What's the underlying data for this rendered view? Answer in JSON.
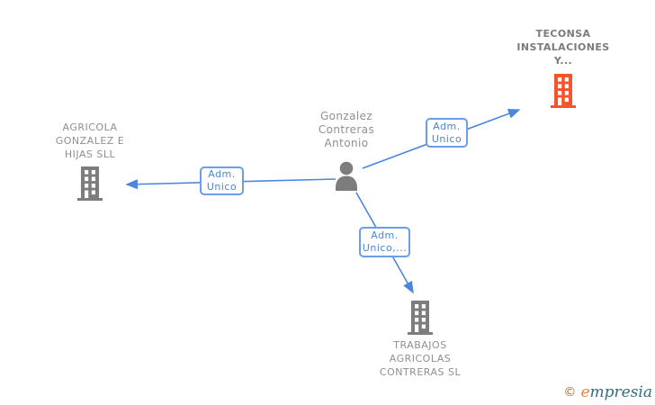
{
  "diagram": {
    "background": "#ffffff",
    "colors": {
      "arrow_blue": "#4a86e0",
      "box_border_blue": "#6b9ee6",
      "box_text_blue": "#4a86d8",
      "company_icon_gray": "#7d7d7d",
      "highlight_icon_orange": "#f4552b",
      "label_gray": "#8f8f8f",
      "bold_label_gray": "#7b7b7b"
    },
    "nodes": {
      "teconsa": {
        "type": "company",
        "highlighted": true,
        "lines": [
          "TECONSA",
          "INSTALACIONES",
          "Y..."
        ]
      },
      "agricola": {
        "type": "company",
        "highlighted": false,
        "lines": [
          "AGRICOLA",
          "GONZALEZ E",
          "HIJAS SLL"
        ]
      },
      "person": {
        "type": "person",
        "lines": [
          "Gonzalez",
          "Contreras",
          "Antonio"
        ]
      },
      "trabajos": {
        "type": "company",
        "highlighted": false,
        "lines": [
          "TRABAJOS",
          "AGRICOLAS",
          "CONTRERAS SL"
        ]
      }
    },
    "edges": {
      "person_to_teconsa": {
        "label_lines": [
          "Adm.",
          "Unico"
        ]
      },
      "person_to_agricola": {
        "label_lines": [
          "Adm.",
          "Unico"
        ]
      },
      "person_to_trabajos": {
        "label_lines": [
          "Adm.",
          "Unico,..."
        ]
      }
    },
    "watermark": {
      "copyright": "©",
      "brand_first": "e",
      "brand_rest": "mpresia"
    }
  }
}
